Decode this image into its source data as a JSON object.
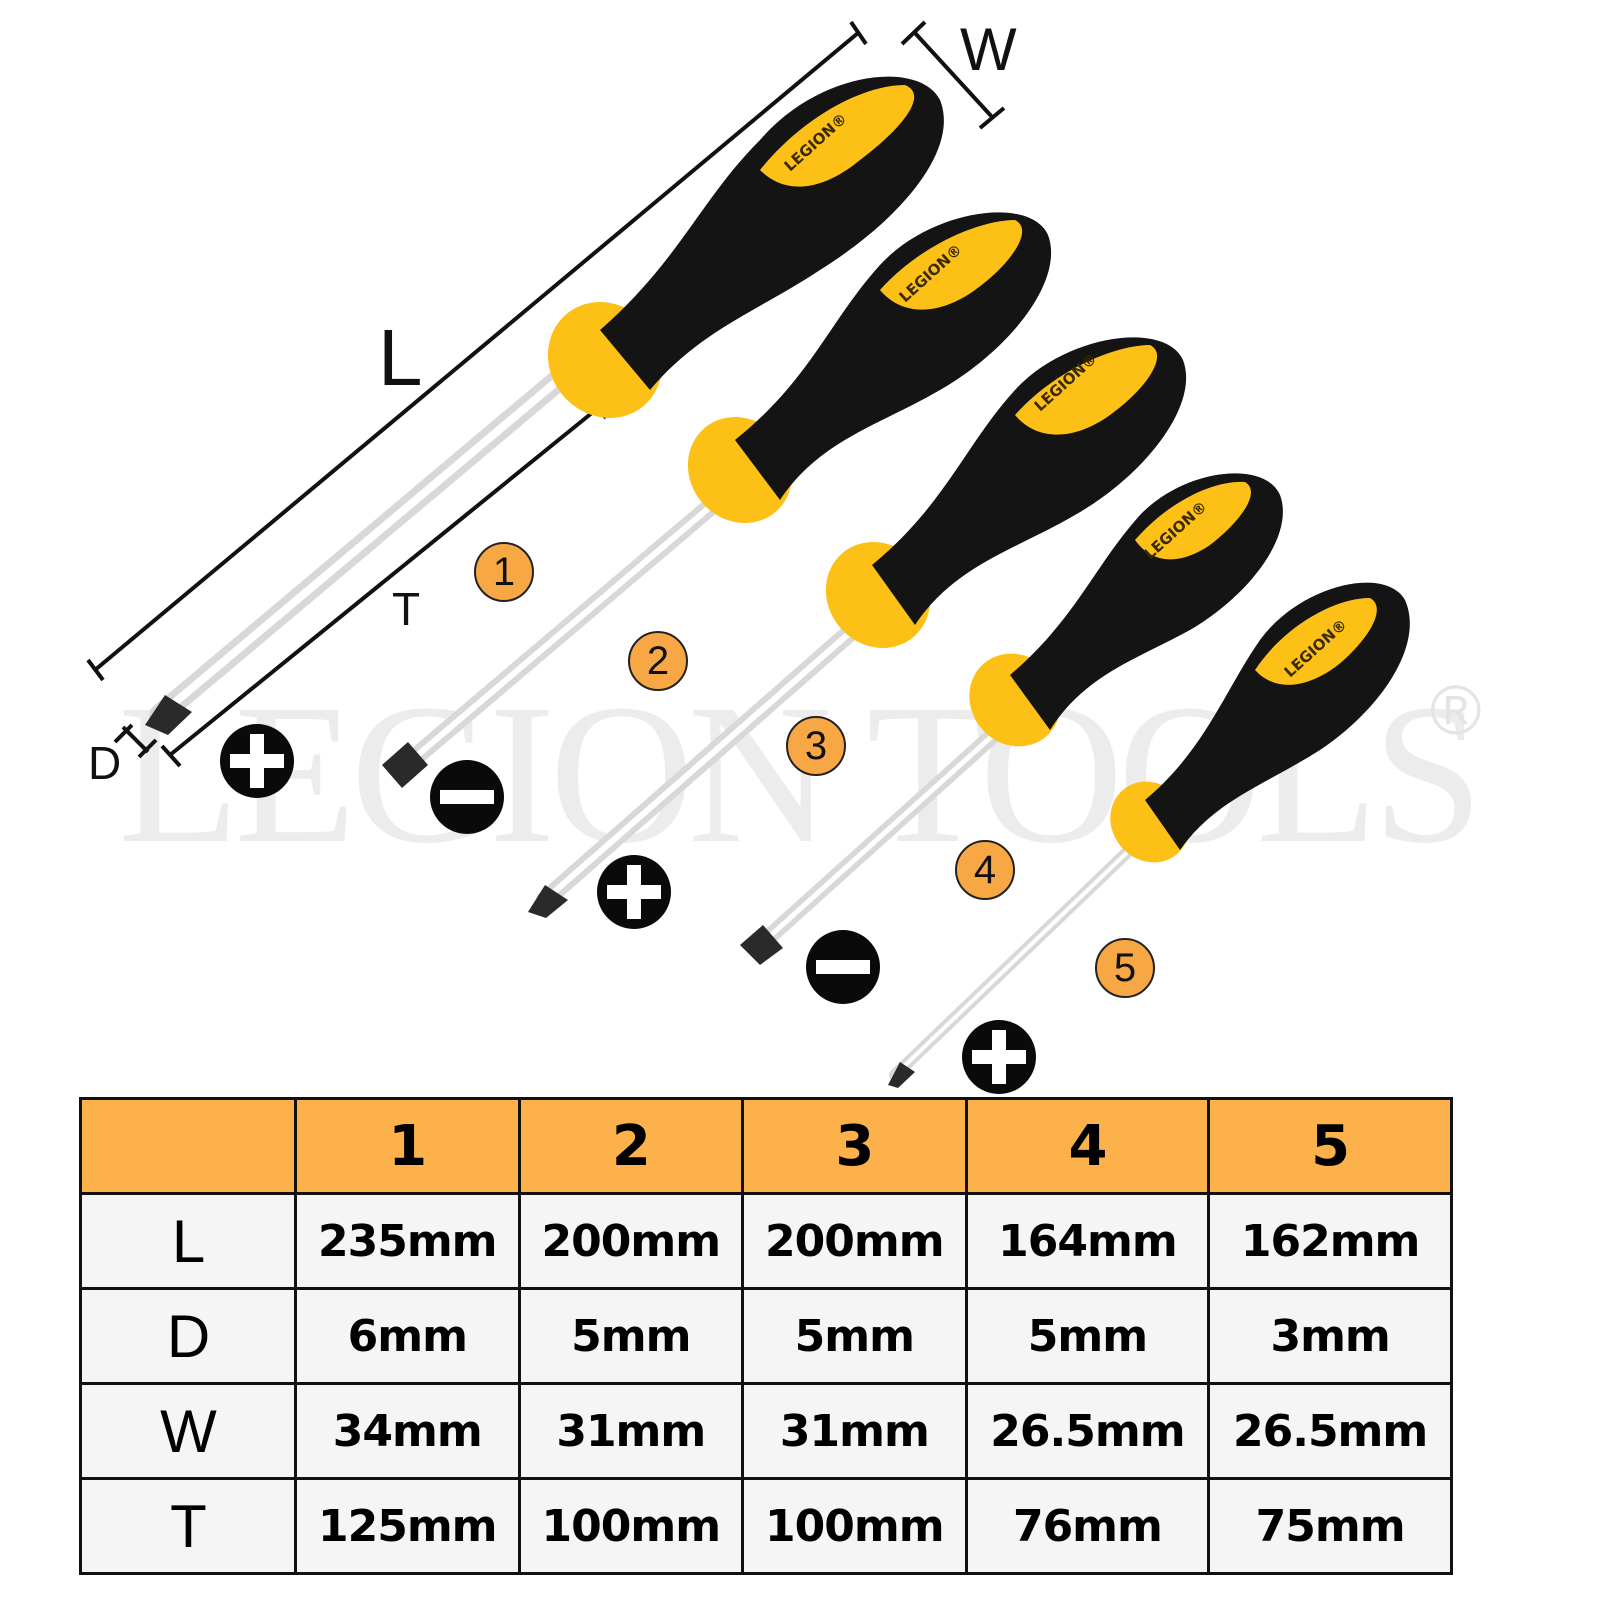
{
  "illustration": {
    "brand_on_handle": "LEGION®",
    "watermark": "LEGION TOOLS",
    "watermark_mark": "®",
    "dimension_labels": {
      "L": "L",
      "W": "W",
      "T": "T",
      "D": "D"
    },
    "screwdrivers": [
      {
        "number": "1",
        "tip": "phillips"
      },
      {
        "number": "2",
        "tip": "slotted"
      },
      {
        "number": "3",
        "tip": "phillips"
      },
      {
        "number": "4",
        "tip": "slotted"
      },
      {
        "number": "5",
        "tip": "phillips"
      }
    ],
    "colors": {
      "handle_yellow": "#fdc016",
      "handle_black": "#141414",
      "badge_orange": "#f7a845",
      "shaft": "#e2e2e2"
    }
  },
  "spec_table": {
    "header": [
      "",
      "1",
      "2",
      "3",
      "4",
      "5"
    ],
    "rows": [
      {
        "label": "L",
        "values": [
          "235mm",
          "200mm",
          "200mm",
          "164mm",
          "162mm"
        ]
      },
      {
        "label": "D",
        "values": [
          "6mm",
          "5mm",
          "5mm",
          "5mm",
          "3mm"
        ]
      },
      {
        "label": "W",
        "values": [
          "34mm",
          "31mm",
          "31mm",
          "26.5mm",
          "26.5mm"
        ]
      },
      {
        "label": "T",
        "values": [
          "125mm",
          "100mm",
          "100mm",
          "76mm",
          "75mm"
        ]
      }
    ],
    "colors": {
      "header_bg": "#fdb14a",
      "cell_bg": "#f5f5f5",
      "border": "#111111"
    }
  }
}
